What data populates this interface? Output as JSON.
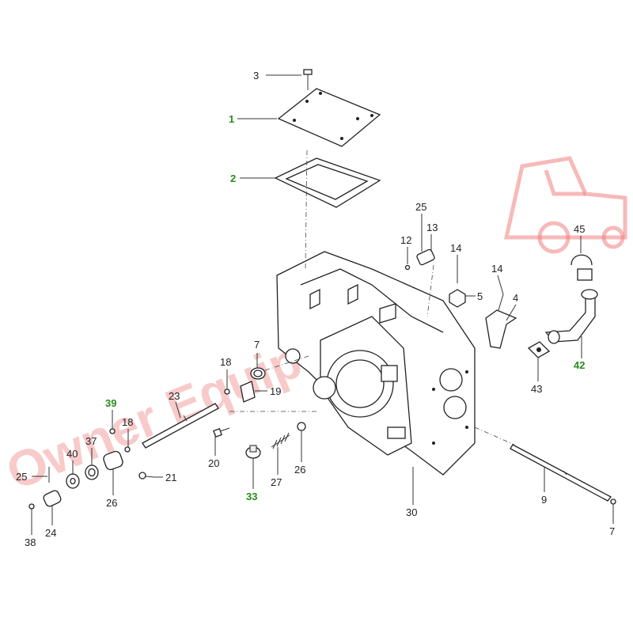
{
  "watermark": {
    "text": "Owner Equipment"
  },
  "callouts": [
    {
      "id": "c3",
      "text": "3",
      "highlight": false
    },
    {
      "id": "c1",
      "text": "1",
      "highlight": true
    },
    {
      "id": "c2",
      "text": "2",
      "highlight": true
    },
    {
      "id": "c25a",
      "text": "25",
      "highlight": false
    },
    {
      "id": "c13",
      "text": "13",
      "highlight": false
    },
    {
      "id": "c12",
      "text": "12",
      "highlight": false
    },
    {
      "id": "c14a",
      "text": "14",
      "highlight": false
    },
    {
      "id": "c45",
      "text": "45",
      "highlight": false
    },
    {
      "id": "c14b",
      "text": "14",
      "highlight": false
    },
    {
      "id": "c5",
      "text": "5",
      "highlight": false
    },
    {
      "id": "c4",
      "text": "4",
      "highlight": false
    },
    {
      "id": "c42",
      "text": "42",
      "highlight": true
    },
    {
      "id": "c43",
      "text": "43",
      "highlight": false
    },
    {
      "id": "c7a",
      "text": "7",
      "highlight": false
    },
    {
      "id": "c18a",
      "text": "18",
      "highlight": false
    },
    {
      "id": "c19",
      "text": "19",
      "highlight": false
    },
    {
      "id": "c39",
      "text": "39",
      "highlight": true
    },
    {
      "id": "c23",
      "text": "23",
      "highlight": false
    },
    {
      "id": "c18b",
      "text": "18",
      "highlight": false
    },
    {
      "id": "c37",
      "text": "37",
      "highlight": false
    },
    {
      "id": "c40",
      "text": "40",
      "highlight": false
    },
    {
      "id": "c25b",
      "text": "25",
      "highlight": false
    },
    {
      "id": "c21",
      "text": "21",
      "highlight": false
    },
    {
      "id": "c20",
      "text": "20",
      "highlight": false
    },
    {
      "id": "c26a",
      "text": "26",
      "highlight": false
    },
    {
      "id": "c26b",
      "text": "26",
      "highlight": false
    },
    {
      "id": "c27",
      "text": "27",
      "highlight": false
    },
    {
      "id": "c33",
      "text": "33",
      "highlight": true
    },
    {
      "id": "c30",
      "text": "30",
      "highlight": false
    },
    {
      "id": "c9",
      "text": "9",
      "highlight": false
    },
    {
      "id": "c7b",
      "text": "7",
      "highlight": false
    },
    {
      "id": "c24",
      "text": "24",
      "highlight": false
    },
    {
      "id": "c38",
      "text": "38",
      "highlight": false
    }
  ]
}
